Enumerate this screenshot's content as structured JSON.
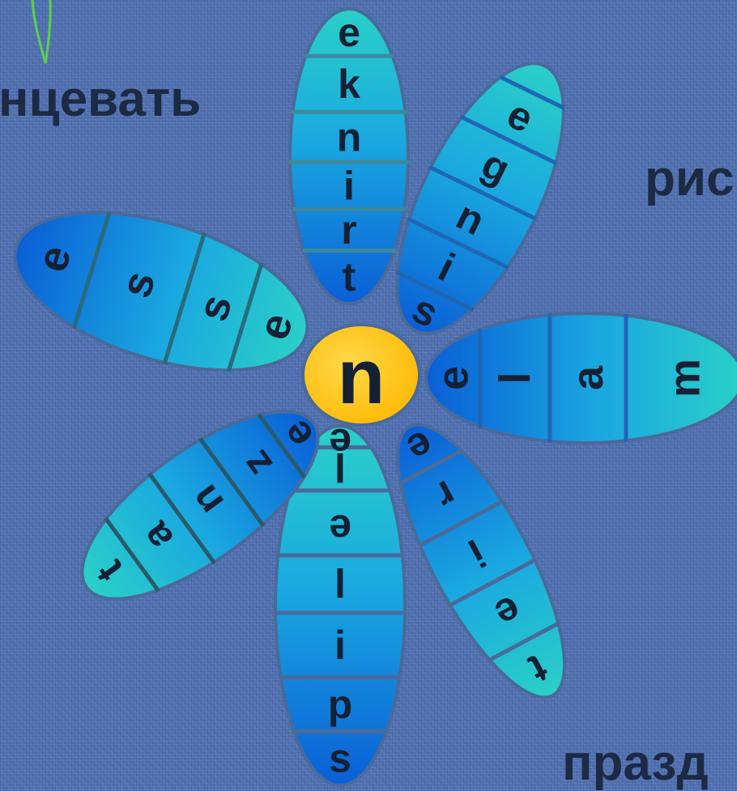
{
  "words": {
    "top_left": "нцевать",
    "right": "рис",
    "bottom_right": "празд"
  },
  "center_letter": "n",
  "petals": [
    {
      "id": "tinker",
      "letters": [
        "t",
        "r",
        "i",
        "n",
        "k",
        "e"
      ]
    },
    {
      "id": "singe",
      "letters": [
        "s",
        "i",
        "n",
        "g",
        "e"
      ]
    },
    {
      "id": "lame",
      "letters": [
        "m",
        "a",
        "l",
        "e"
      ]
    },
    {
      "id": "terie",
      "letters": [
        "e",
        "r",
        "i",
        "e",
        "t"
      ]
    },
    {
      "id": "spl",
      "letters": [
        "ə",
        "l",
        "ə",
        "l",
        "i",
        "p",
        "s"
      ]
    },
    {
      "id": "tanze",
      "letters": [
        "e",
        "z",
        "n",
        "a",
        "t"
      ]
    },
    {
      "id": "esse",
      "letters": [
        "e",
        "s",
        "s",
        "e"
      ]
    }
  ],
  "colors": {
    "background": "#4f6fb0",
    "petal_light": "#2ad0c8",
    "petal_mid": "#1aa8e0",
    "petal_dark": "#0a5fd6",
    "center": "#ffc400"
  }
}
